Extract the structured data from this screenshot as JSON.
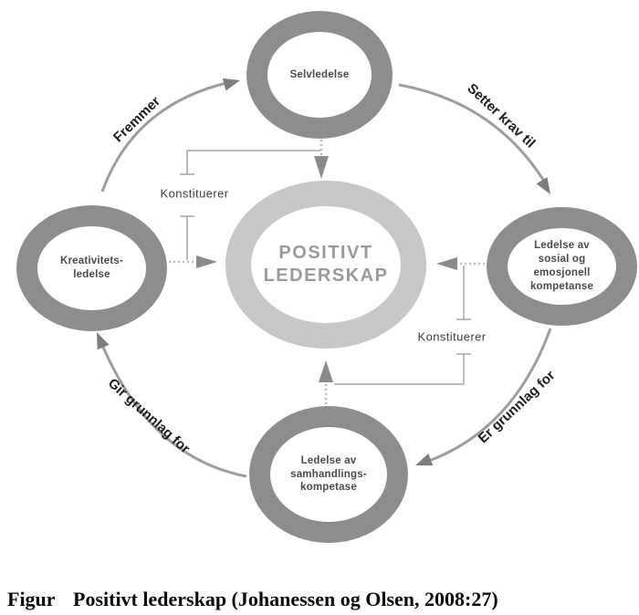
{
  "nodes": {
    "center": {
      "label": "POSITIVT\nLEDERSKAP"
    },
    "top": {
      "label": "Selvledelse"
    },
    "right": {
      "label": "Ledelse av\nsosial og\nemosjonell\nkompetanse"
    },
    "bottom": {
      "label": "Ledelse av\nsamhandlings-\nkompetase"
    },
    "left": {
      "label": "Kreativitets-\nledelse"
    }
  },
  "arrows": {
    "top_left": {
      "label": "Fremmer"
    },
    "top_right": {
      "label": "Setter krav til"
    },
    "bottom_right": {
      "label": "Er grunnlag for"
    },
    "bottom_left": {
      "label": "Gir grunnlag for"
    },
    "konstituerer_upper": {
      "label": "Konstituerer"
    },
    "konstituerer_lower": {
      "label": "Konstituerer"
    }
  },
  "caption": {
    "prefix": "Figur",
    "text": "Positivt lederskap (Johanessen og Olsen, 2008:27)"
  },
  "colors": {
    "ring_outer": "#8d8d8d",
    "ring_center": "#c7c7c7",
    "center_text": "#9a9a9a",
    "node_text": "#4a4a4a",
    "arc_stroke": "#9d9d9d",
    "arrowhead": "#7d7d7d",
    "dotted": "#bdbdbd",
    "dotted_head": "#8a8a8a",
    "connector": "#a8a8a8",
    "arc_label": "#1b1b1b",
    "konst_text": "#3c3c3c",
    "caption": "#0a0a0a"
  }
}
